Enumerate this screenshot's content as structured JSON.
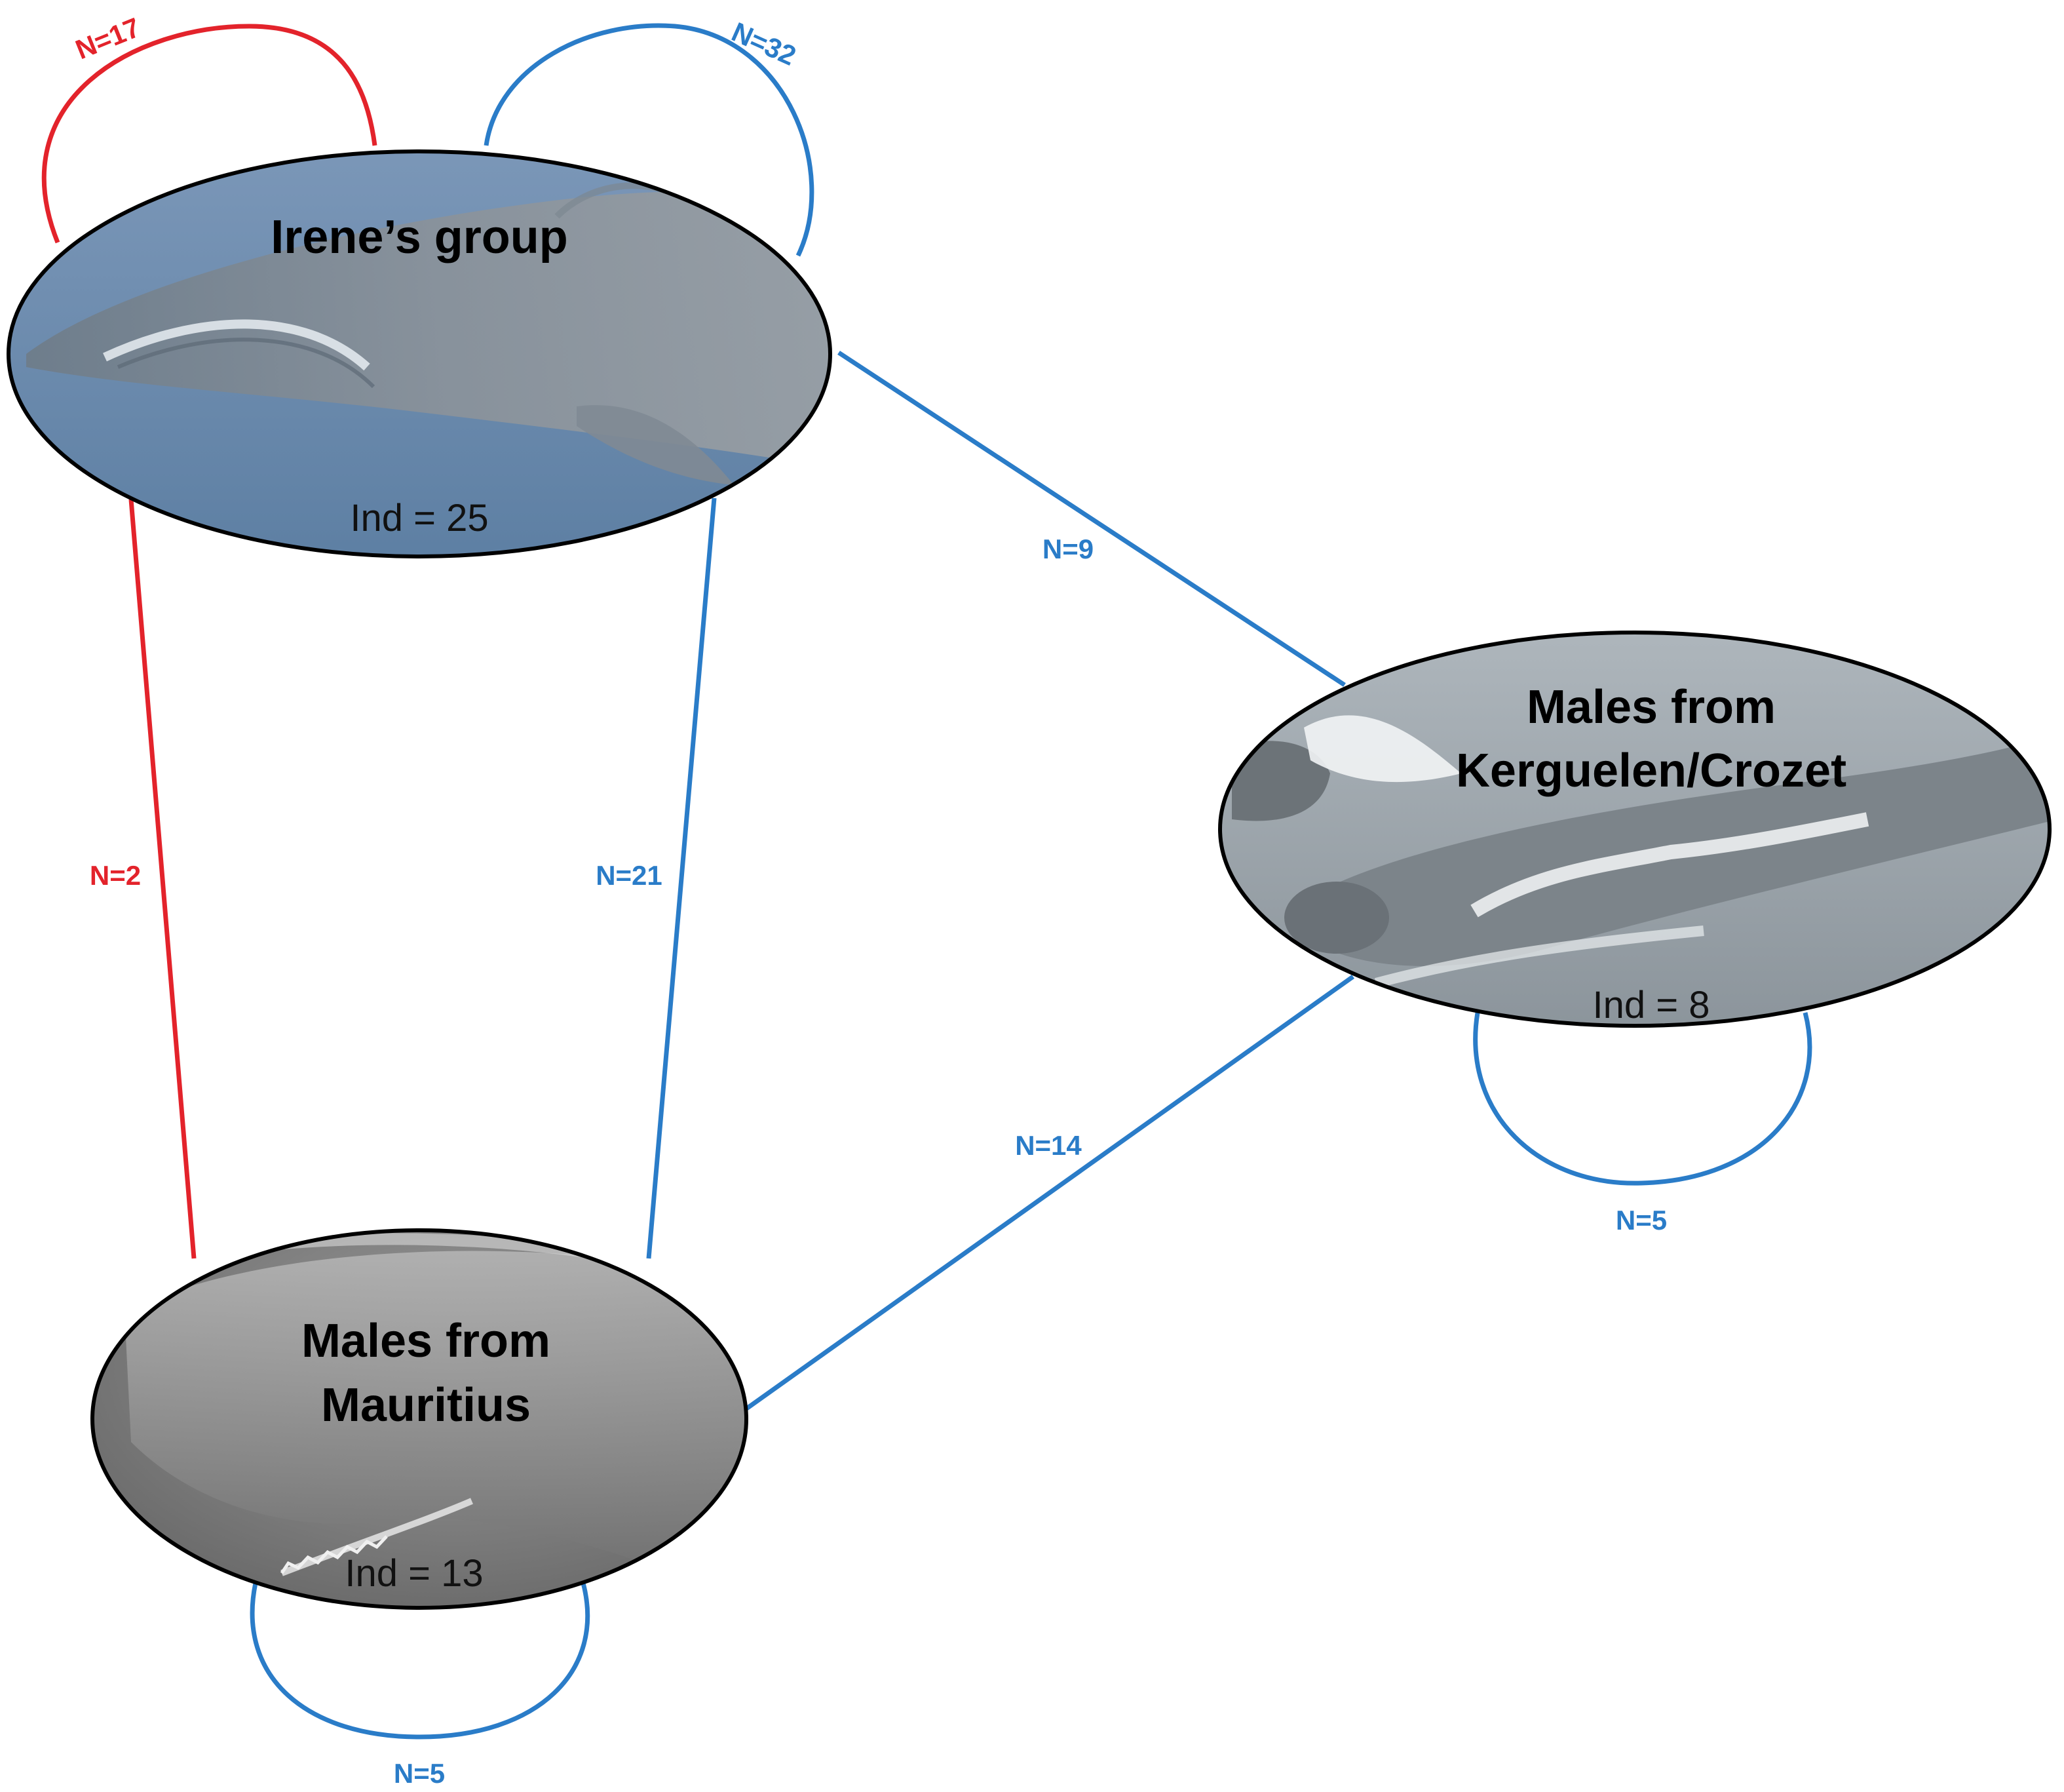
{
  "colors": {
    "red_edge": "#e3232b",
    "blue_edge": "#2a7cc8",
    "node_outline": "#000000",
    "irene_fill": "#6f8fb0",
    "mauritius_fill": "#8a8a8a",
    "kerguelen_fill": "#a7afb5"
  },
  "nodes": {
    "irene": {
      "title": "Irene’s group",
      "count": "Ind = 25"
    },
    "mauritius": {
      "title_line1": "Males from",
      "title_line2": "Mauritius",
      "count": "Ind = 13"
    },
    "kerguelen": {
      "title_line1": "Males from",
      "title_line2": "Kerguelen/Crozet",
      "count": "Ind = 8"
    }
  },
  "edges": {
    "irene_self_red": {
      "label": "N=17",
      "color": "red"
    },
    "irene_self_blue": {
      "label": "N=32",
      "color": "blue"
    },
    "irene_mauritius_red": {
      "label": "N=2",
      "color": "red"
    },
    "irene_mauritius_blue": {
      "label": "N=21",
      "color": "blue"
    },
    "irene_kerguelen_blue": {
      "label": "N=9",
      "color": "blue"
    },
    "mauritius_kerguelen_blue": {
      "label": "N=14",
      "color": "blue"
    },
    "kerguelen_self_blue": {
      "label": "N=5",
      "color": "blue"
    },
    "mauritius_self_blue": {
      "label": "N=5",
      "color": "blue"
    }
  }
}
